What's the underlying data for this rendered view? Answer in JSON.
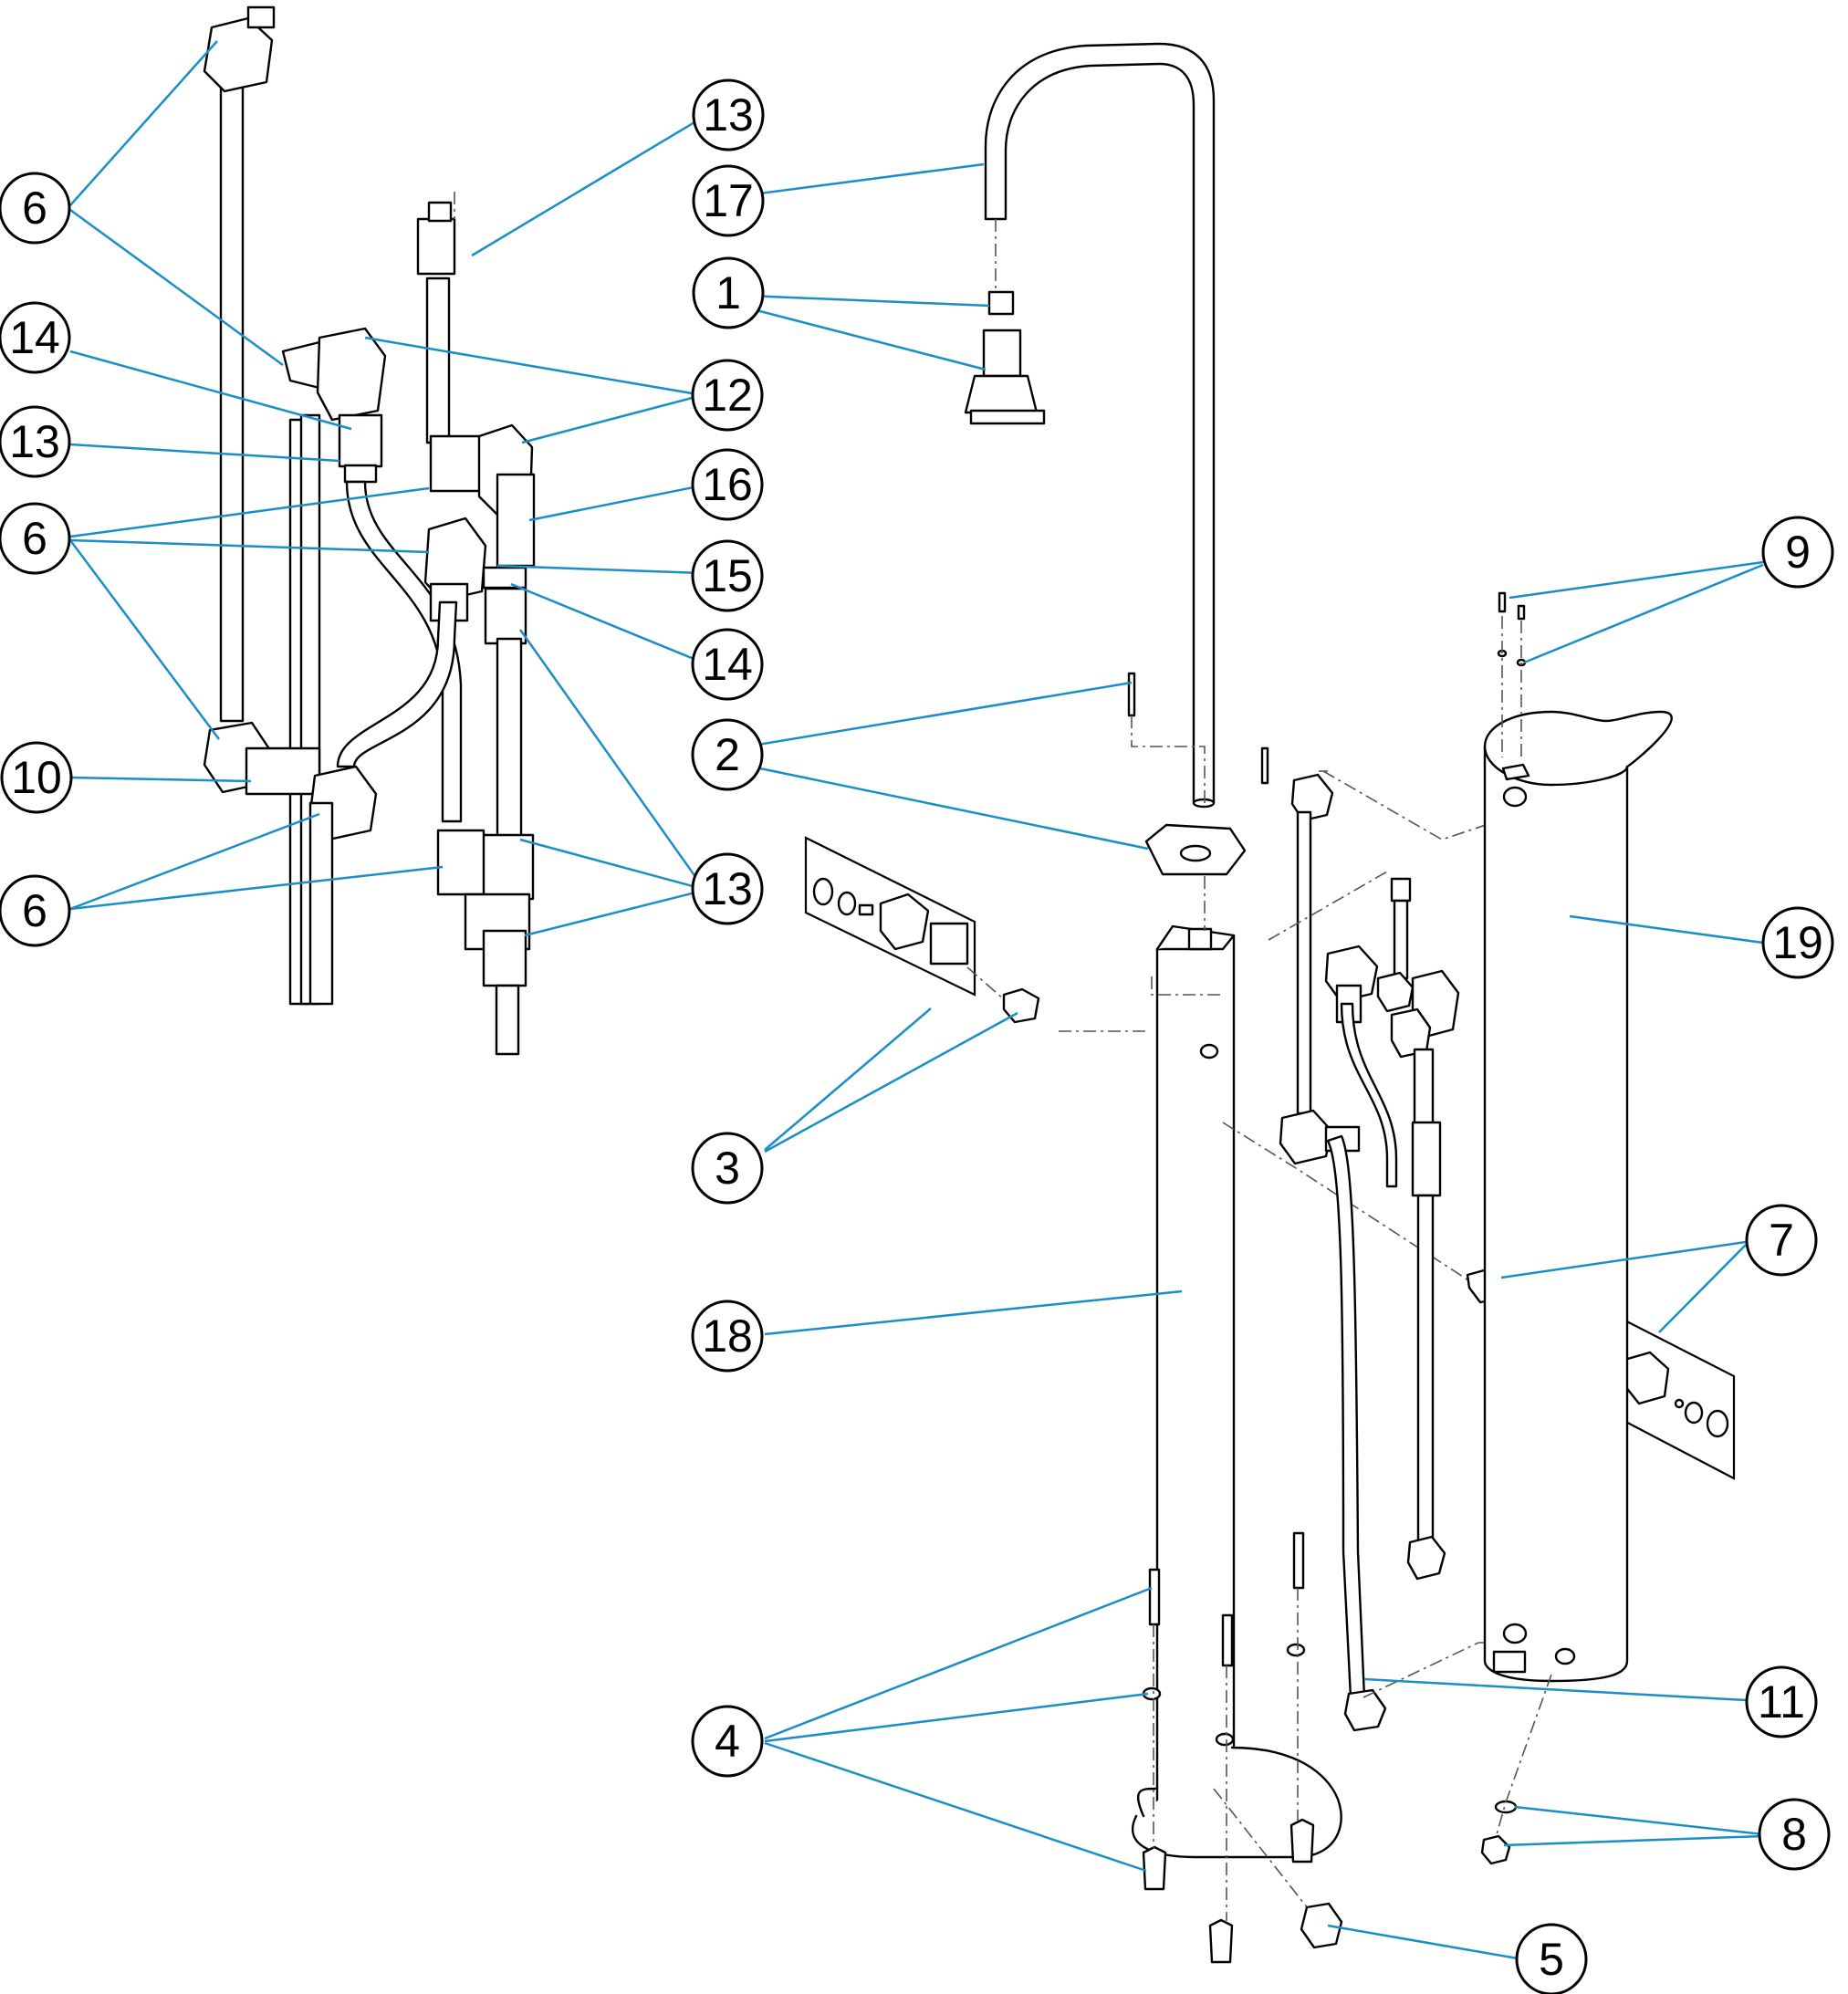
{
  "diagram": {
    "colors": {
      "leader": "#1a8fc6",
      "line": "#000000",
      "background": "#ffffff"
    },
    "callouts": [
      {
        "id": "c6a",
        "label": "6"
      },
      {
        "id": "c14a",
        "label": "14"
      },
      {
        "id": "c13a",
        "label": "13"
      },
      {
        "id": "c6b",
        "label": "6"
      },
      {
        "id": "c10",
        "label": "10"
      },
      {
        "id": "c6c",
        "label": "6"
      },
      {
        "id": "c13b",
        "label": "13"
      },
      {
        "id": "c17",
        "label": "17"
      },
      {
        "id": "c1",
        "label": "1"
      },
      {
        "id": "c12",
        "label": "12"
      },
      {
        "id": "c16",
        "label": "16"
      },
      {
        "id": "c15",
        "label": "15"
      },
      {
        "id": "c14b",
        "label": "14"
      },
      {
        "id": "c2",
        "label": "2"
      },
      {
        "id": "c13c",
        "label": "13"
      },
      {
        "id": "c3",
        "label": "3"
      },
      {
        "id": "c18",
        "label": "18"
      },
      {
        "id": "c4",
        "label": "4"
      },
      {
        "id": "c5",
        "label": "5"
      },
      {
        "id": "c9",
        "label": "9"
      },
      {
        "id": "c19",
        "label": "19"
      },
      {
        "id": "c7",
        "label": "7"
      },
      {
        "id": "c11",
        "label": "11"
      },
      {
        "id": "c8",
        "label": "8"
      }
    ]
  }
}
